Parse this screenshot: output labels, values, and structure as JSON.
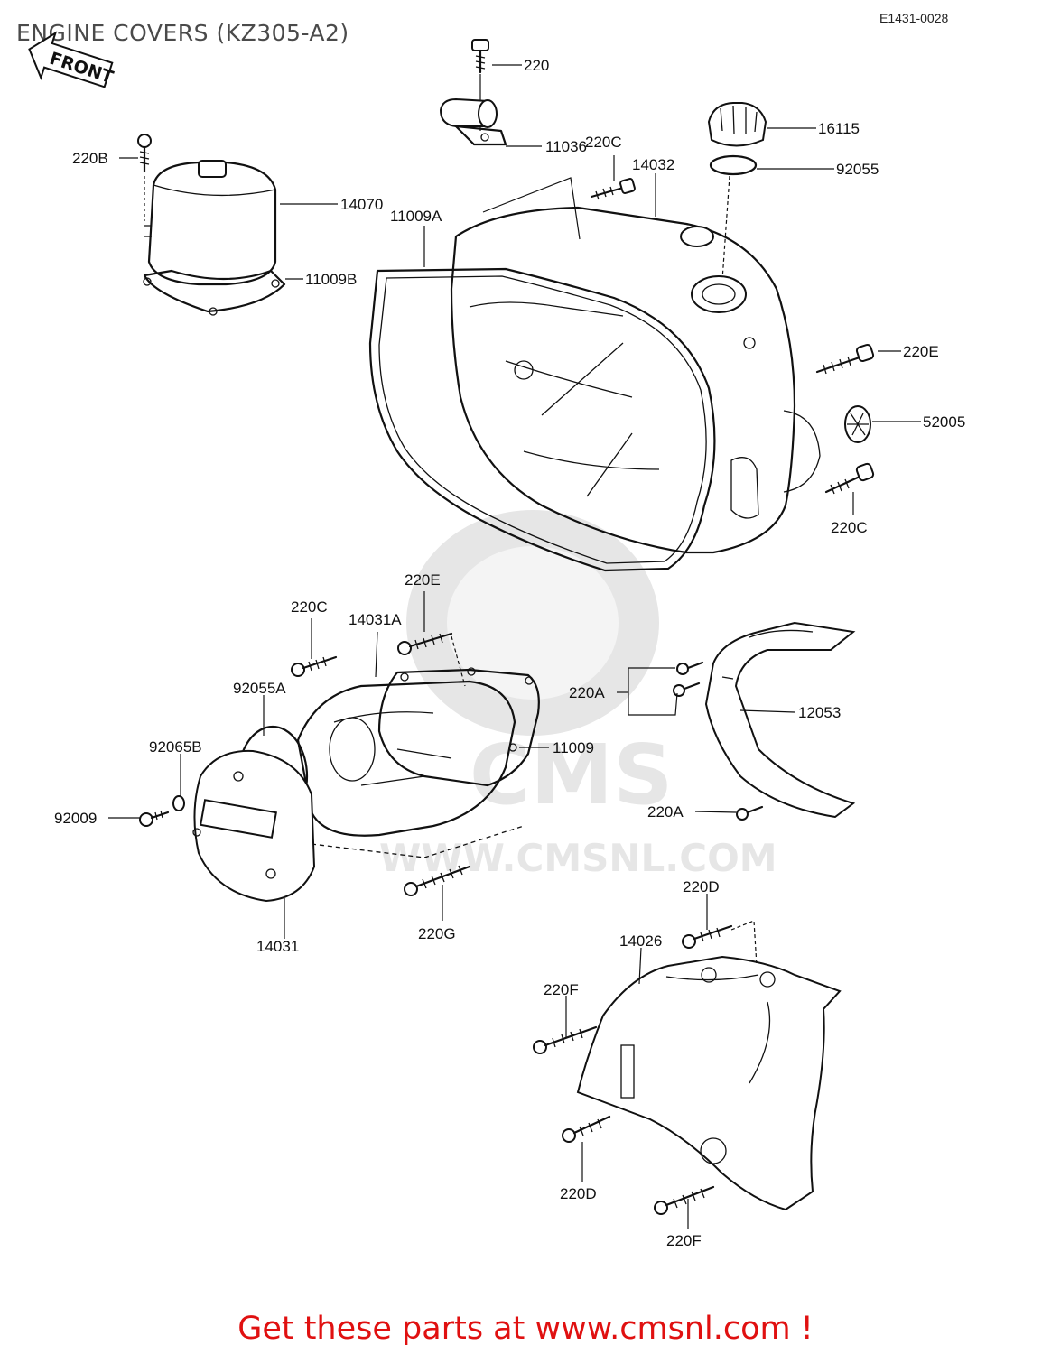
{
  "title": "ENGINE COVERS (KZ305-A2)",
  "diagram_code": "E1431-0028",
  "front_label": "FRONT",
  "watermark_text": "WWW.CMSNL.COM",
  "watermark_brand": "CMS",
  "footer": "Get these parts at www.cmsnl.com !",
  "colors": {
    "footer": "#e01010",
    "watermark": "#e6e6e6",
    "ink": "#111111"
  },
  "part_labels": [
    {
      "id": "p220",
      "text": "220"
    },
    {
      "id": "p16115",
      "text": "16115"
    },
    {
      "id": "p220B",
      "text": "220B"
    },
    {
      "id": "p11036",
      "text": "11036"
    },
    {
      "id": "p220C_top",
      "text": "220C"
    },
    {
      "id": "p14032",
      "text": "14032"
    },
    {
      "id": "p92055",
      "text": "92055"
    },
    {
      "id": "p14070",
      "text": "14070"
    },
    {
      "id": "p11009A",
      "text": "11009A"
    },
    {
      "id": "p11009B",
      "text": "11009B"
    },
    {
      "id": "p220E_right",
      "text": "220E"
    },
    {
      "id": "p52005",
      "text": "52005"
    },
    {
      "id": "p220C_right",
      "text": "220C"
    },
    {
      "id": "p220E_mid",
      "text": "220E"
    },
    {
      "id": "p220C_mid",
      "text": "220C"
    },
    {
      "id": "p14031A",
      "text": "14031A"
    },
    {
      "id": "p220A_top",
      "text": "220A"
    },
    {
      "id": "p12053",
      "text": "12053"
    },
    {
      "id": "p92055A",
      "text": "92055A"
    },
    {
      "id": "p11009",
      "text": "11009"
    },
    {
      "id": "p92065B",
      "text": "92065B"
    },
    {
      "id": "p92009",
      "text": "92009"
    },
    {
      "id": "p220A_bot",
      "text": "220A"
    },
    {
      "id": "p14031",
      "text": "14031"
    },
    {
      "id": "p220G",
      "text": "220G"
    },
    {
      "id": "p220D_top",
      "text": "220D"
    },
    {
      "id": "p14026",
      "text": "14026"
    },
    {
      "id": "p220F_left",
      "text": "220F"
    },
    {
      "id": "p220D_bot",
      "text": "220D"
    },
    {
      "id": "p220F_bot",
      "text": "220F"
    }
  ]
}
